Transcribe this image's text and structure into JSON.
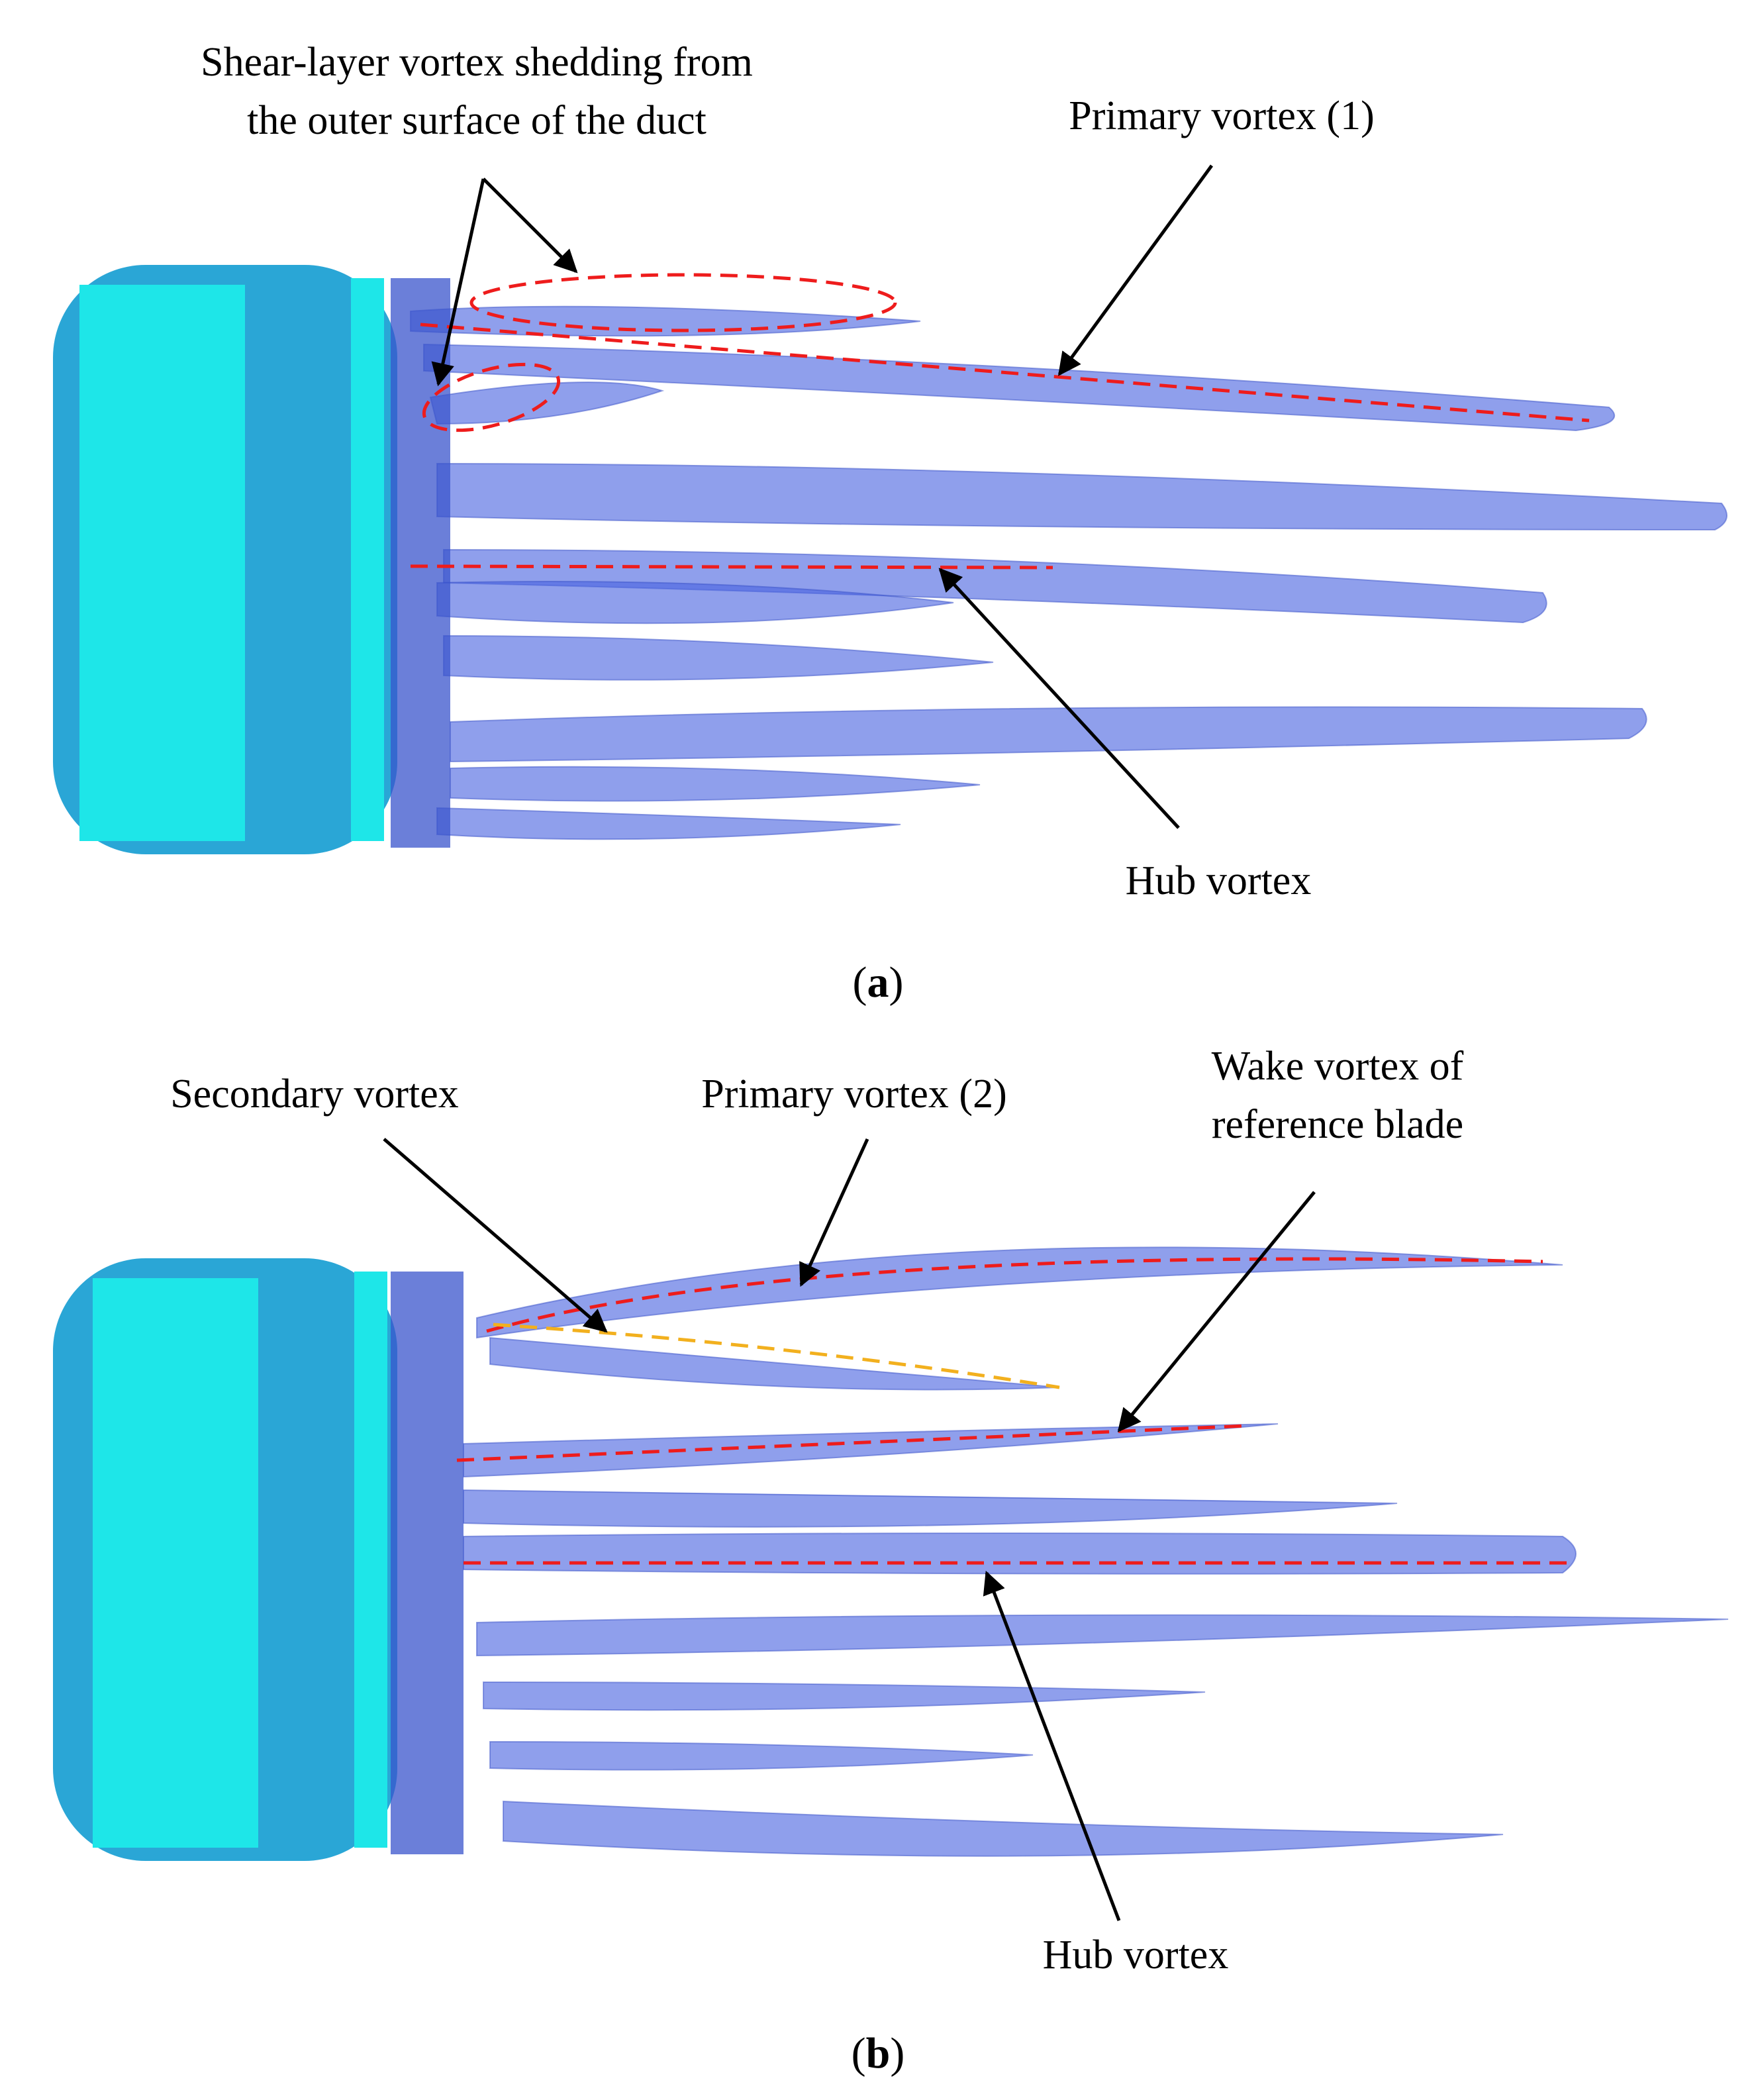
{
  "panel_a": {
    "caption_open": "(",
    "caption_letter": "a",
    "caption_close": ")",
    "label_shear_line1": "Shear-layer vortex shedding from",
    "label_shear_line2": "the outer surface of the duct",
    "label_primary": "Primary vortex (1)",
    "label_hub": "Hub vortex"
  },
  "panel_b": {
    "caption_open": "(",
    "caption_letter": "b",
    "caption_close": ")",
    "label_secondary": "Secondary vortex",
    "label_primary": "Primary vortex (2)",
    "label_wake_line1": "Wake vortex of",
    "label_wake_line2": "reference blade",
    "label_hub": "Hub vortex"
  },
  "colors": {
    "duct_teal": "#2aa6d6",
    "duct_cyan": "#1ee6e8",
    "vortex_blue": "#4a64e0",
    "marker_red": "#ee1c1c",
    "marker_orange": "#f2b01e",
    "arrow": "#000000"
  }
}
